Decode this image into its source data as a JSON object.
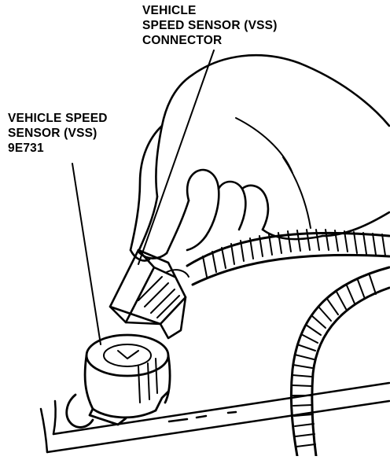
{
  "callouts": {
    "connector": {
      "lines": [
        "VEHICLE",
        "SPEED SENSOR (VSS)",
        "CONNECTOR"
      ]
    },
    "sensor": {
      "lines": [
        "VEHICLE SPEED",
        "SENSOR (VSS)",
        "9E731"
      ]
    }
  },
  "colors": {
    "ink": "#000000",
    "paper": "#ffffff"
  }
}
